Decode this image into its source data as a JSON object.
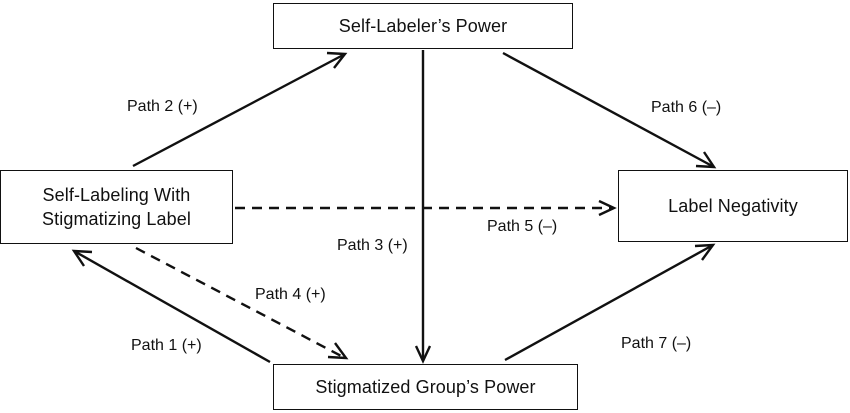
{
  "nodes": {
    "self_labeler_power": "Self-Labeler’s Power",
    "self_labeling": [
      "Self-Labeling With",
      "Stigmatizing Label"
    ],
    "label_negativity": "Label Negativity",
    "stigmatized_group_power": "Stigmatized Group’s Power"
  },
  "paths": {
    "path1": "Path 1 (+)",
    "path2": "Path 2 (+)",
    "path3": "Path 3 (+)",
    "path4": "Path 4 (+)",
    "path5": "Path 5 (–)",
    "path6": "Path 6 (–)",
    "path7": "Path 7 (–)"
  },
  "colors": {
    "line": "#111111",
    "background": "#ffffff"
  }
}
